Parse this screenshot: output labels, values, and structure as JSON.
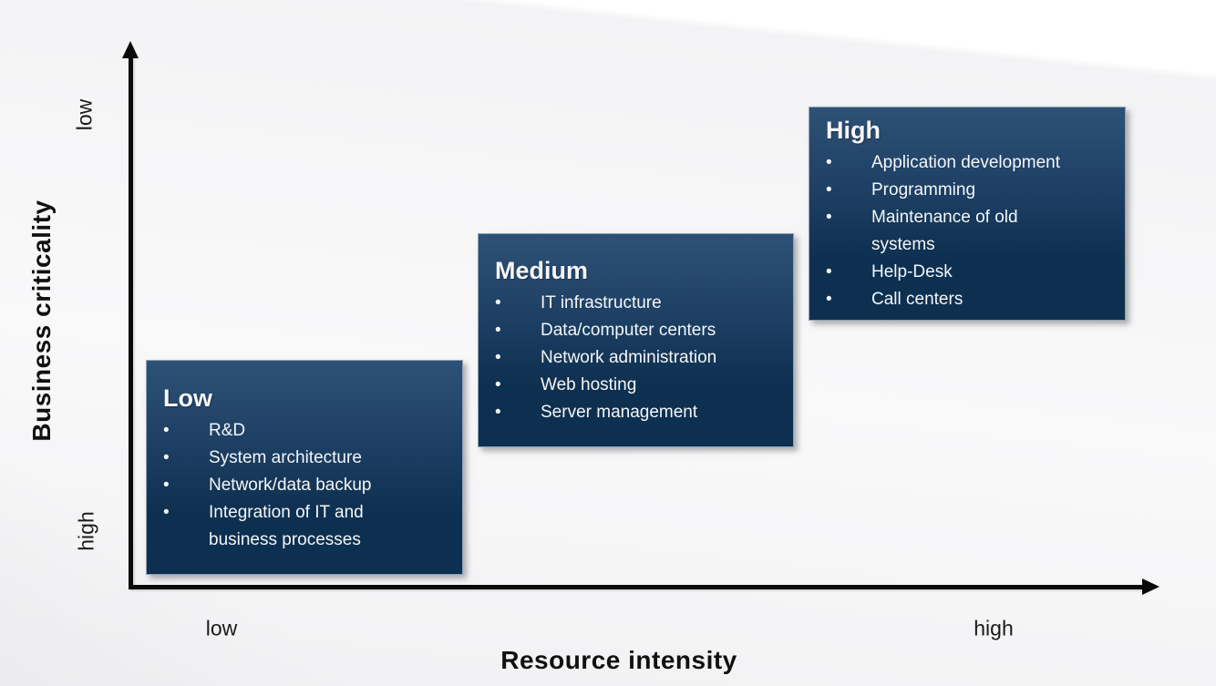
{
  "bullet_glyph": "•",
  "y_axis": {
    "title": "Business criticality",
    "top_label": "low",
    "bottom_label": "high"
  },
  "x_axis": {
    "title": "Resource intensity",
    "left_label": "low",
    "right_label": "high"
  },
  "boxes": [
    {
      "title": "Low",
      "items": [
        "R&D",
        "System architecture",
        "Network/data backup",
        "Integration of IT and\nbusiness processes"
      ]
    },
    {
      "title": "Medium",
      "items": [
        "IT infrastructure",
        "Data/computer centers",
        "Network administration",
        "Web hosting",
        "Server management"
      ]
    },
    {
      "title": "High",
      "items": [
        "Application development",
        "Programming",
        "Maintenance of old\nsystems",
        "Help-Desk",
        "Call centers"
      ]
    }
  ],
  "colors": {
    "box_gradient_top": "#2e5176",
    "box_gradient_bottom": "#0d3050",
    "box_border": "#8fa3b7",
    "box_text": "#f5f6f8",
    "axis": "#0a0a0a",
    "label_text": "#1a1a1a"
  }
}
